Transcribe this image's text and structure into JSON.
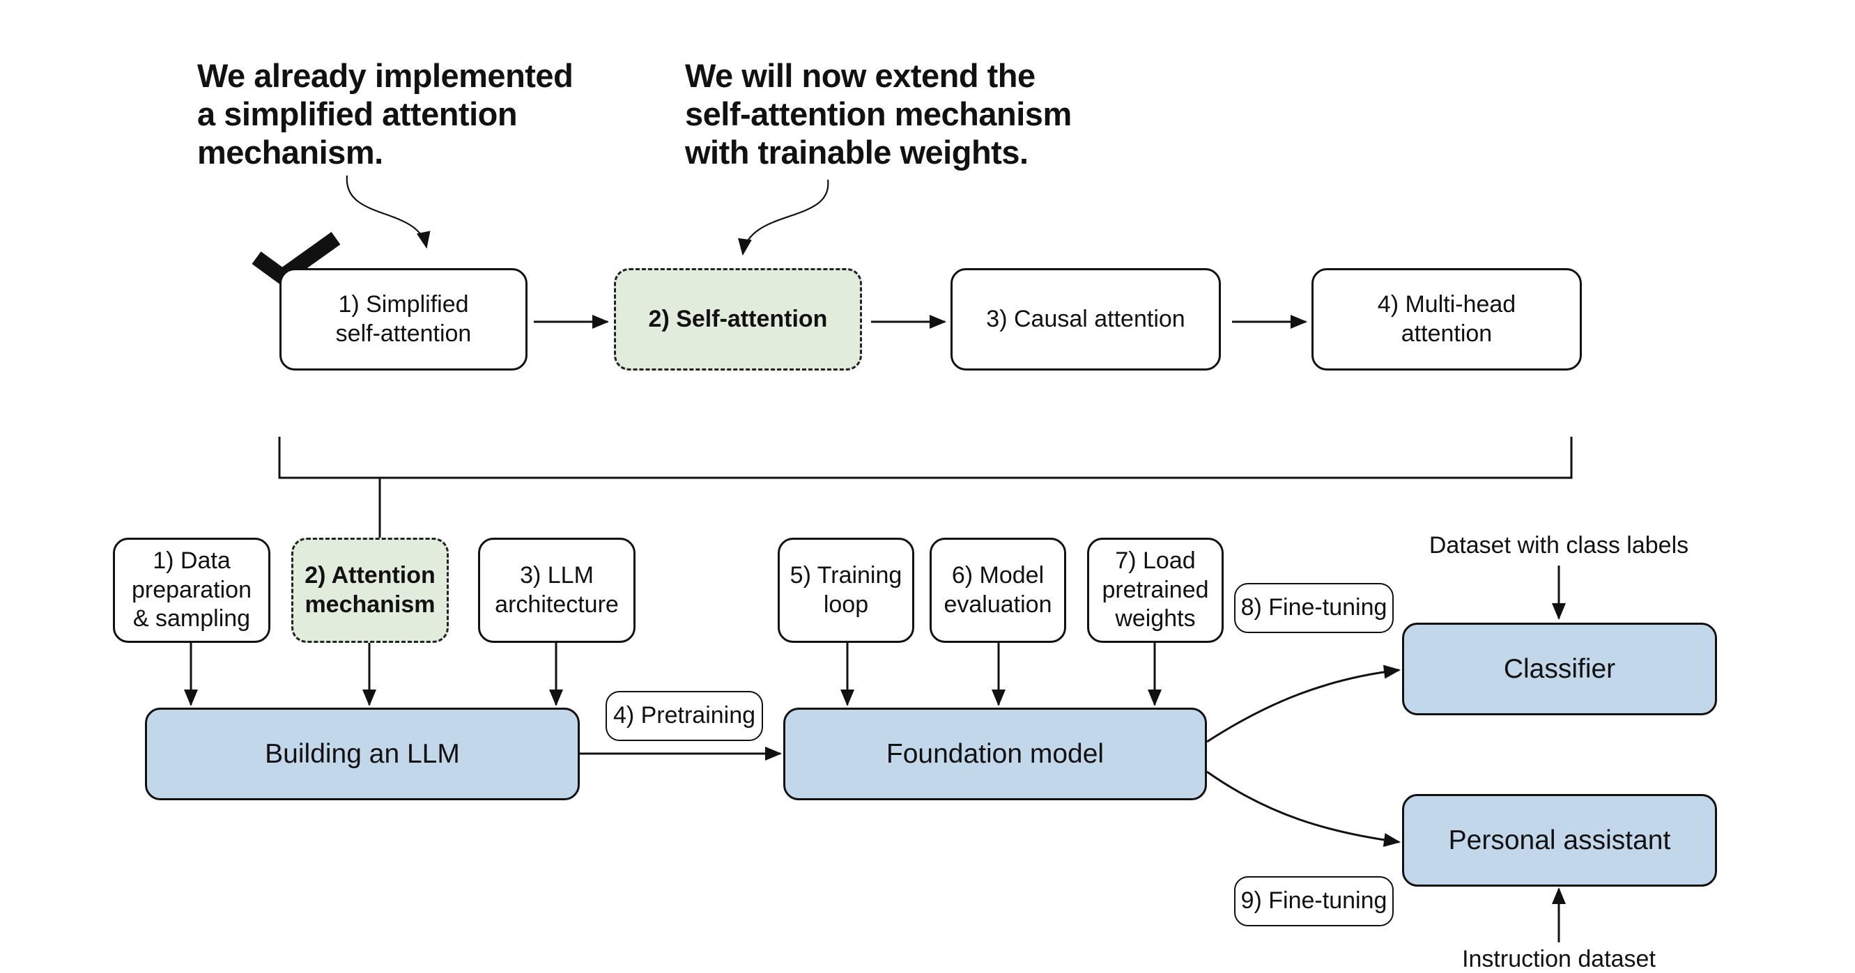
{
  "callouts": {
    "implemented": "We already implemented\na simplified attention\nmechanism.",
    "extend": "We will now extend the\nself-attention mechanism\nwith trainable weights."
  },
  "icons": {
    "done": "checkmark-icon"
  },
  "attention_steps": [
    {
      "label": "1) Simplified\nself-attention",
      "state": "done"
    },
    {
      "label": "2) Self-attention",
      "state": "current"
    },
    {
      "label": "3) Causal attention",
      "state": "upcoming"
    },
    {
      "label": "4) Multi-head\nattention",
      "state": "upcoming"
    }
  ],
  "stage1": [
    {
      "label": "1) Data\npreparation\n& sampling"
    },
    {
      "label": "2) Attention\nmechanism",
      "state": "current"
    },
    {
      "label": "3) LLM\narchitecture"
    }
  ],
  "stage2": [
    {
      "label": "5) Training\nloop"
    },
    {
      "label": "6) Model\nevaluation"
    },
    {
      "label": "7) Load\npretrained\nweights"
    }
  ],
  "main_nodes": {
    "building": "Building an LLM",
    "foundation": "Foundation model",
    "classifier": "Classifier",
    "assistant": "Personal assistant"
  },
  "edge_labels": {
    "pretraining": "4) Pretraining",
    "finetune8": "8) Fine-tuning",
    "finetune9": "9) Fine-tuning"
  },
  "inputs": {
    "class_labels": "Dataset with class labels",
    "instruction": "Instruction dataset"
  },
  "colors": {
    "highlight_fill": "#e1ecdc",
    "node_fill": "#c3d7ea",
    "stroke": "#111111"
  }
}
